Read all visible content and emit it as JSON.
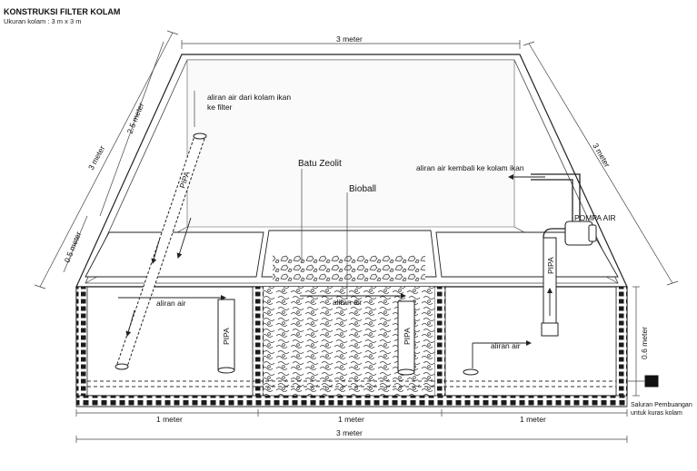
{
  "header": {
    "title": "KONSTRUKSI FILTER KOLAM",
    "subtitle": "Ukuran kolam : 3 m x 3 m"
  },
  "dimensions": {
    "top_width": "3 meter",
    "left_outer": "3 meter",
    "left_inner": "2.5 meter",
    "right_depth": "3 meter",
    "left_lower": "0.5 meter",
    "right_height": "0.6 meter",
    "bottom_section_1": "1 meter",
    "bottom_section_2": "1 meter",
    "bottom_section_3": "1 meter",
    "bottom_total": "3 meter"
  },
  "labels": {
    "inflow": "aliran air dari kolam ikan",
    "inflow_2": "ke filter",
    "pipe_diag": "PIPA",
    "zeolite": "Batu Zeolit",
    "bioball": "Bioball",
    "return_flow": "aliran air kembali ke kolam ikan",
    "pump": "POMPA AIR",
    "pipe_pump": "PIPA",
    "flow_1": "aliran air",
    "pipe_1": "PIPA",
    "flow_2": "aliran air",
    "pipe_2": "PIPA",
    "flow_3": "aliran air",
    "drain_1": "Saluran Pembuangan",
    "drain_2": "untuk kuras kolam"
  }
}
